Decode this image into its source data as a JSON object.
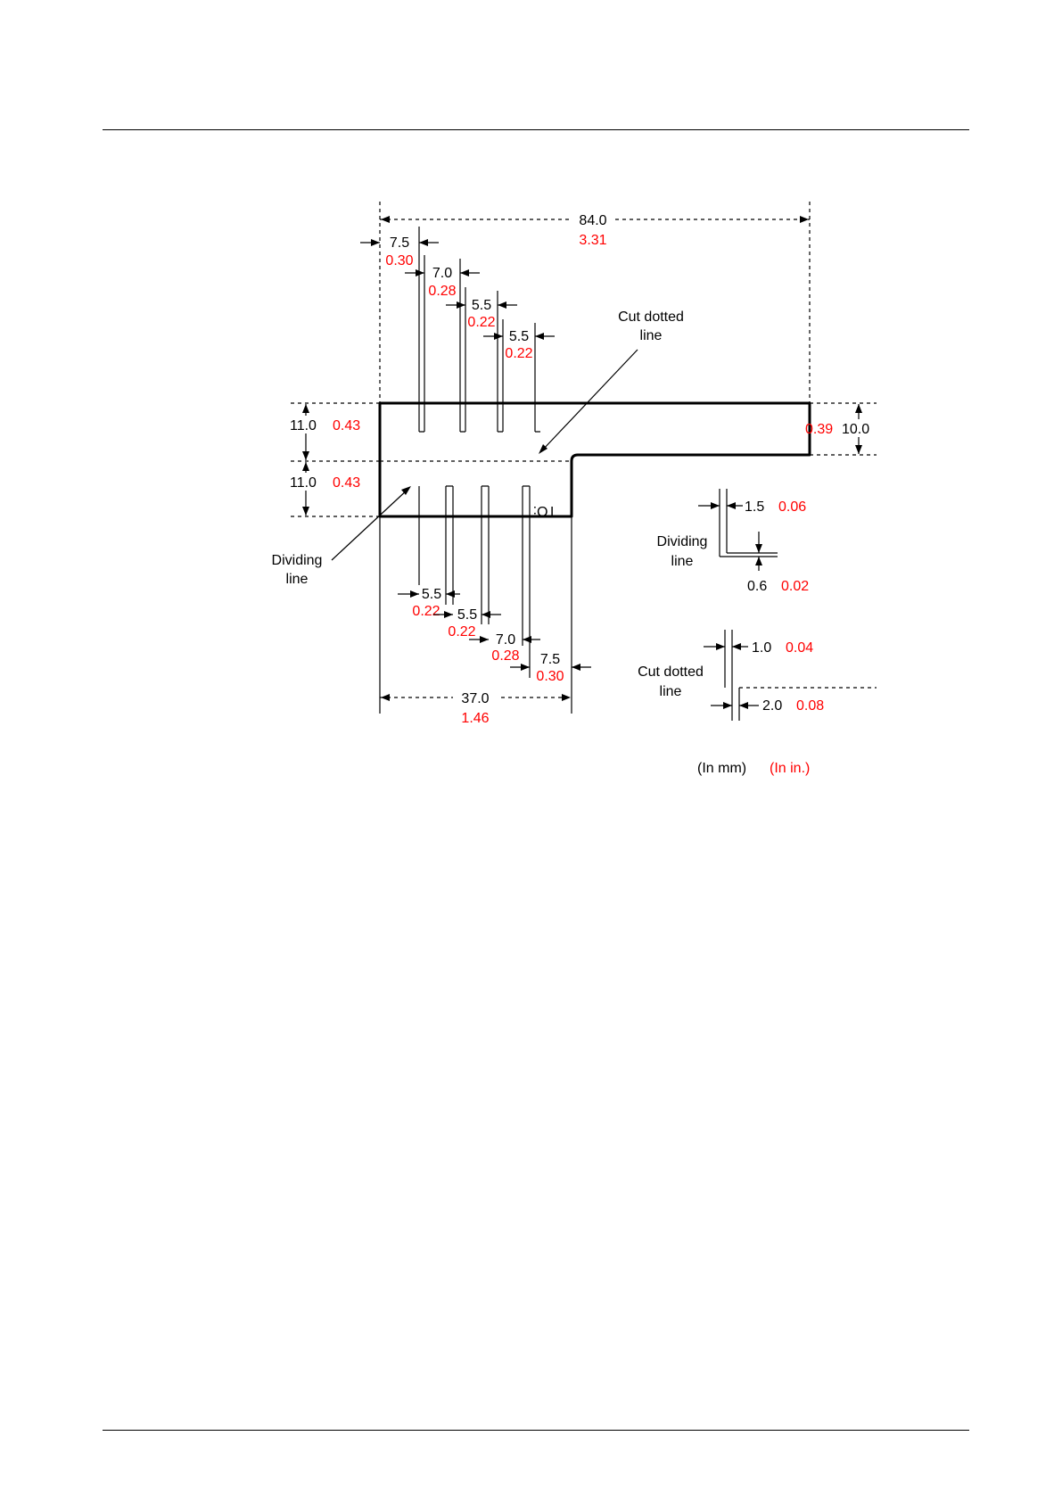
{
  "units": {
    "mm": "(In mm)",
    "inch": "(In in.)"
  },
  "colors": {
    "imperial": "#ff0000",
    "metric": "#000000"
  },
  "dims": {
    "total_width": {
      "mm": "84.0",
      "in": "3.31"
    },
    "tab_width": {
      "mm": "37.0",
      "in": "1.46"
    },
    "top_offsets": [
      {
        "mm": "7.5",
        "in": "0.30"
      },
      {
        "mm": "7.0",
        "in": "0.28"
      },
      {
        "mm": "5.5",
        "in": "0.22"
      },
      {
        "mm": "5.5",
        "in": "0.22"
      }
    ],
    "bottom_offsets": [
      {
        "mm": "5.5",
        "in": "0.22"
      },
      {
        "mm": "5.5",
        "in": "0.22"
      },
      {
        "mm": "7.0",
        "in": "0.28"
      },
      {
        "mm": "7.5",
        "in": "0.30"
      }
    ],
    "upper_height": {
      "mm": "11.0",
      "in": "0.43"
    },
    "lower_height": {
      "mm": "11.0",
      "in": "0.43"
    },
    "right_height": {
      "mm": "10.0",
      "in": "0.39"
    },
    "dividing_gap": {
      "mm": "1.5",
      "in": "0.06"
    },
    "dividing_thick": {
      "mm": "0.6",
      "in": "0.02"
    },
    "cut_gap": {
      "mm": "1.0",
      "in": "0.04"
    },
    "cut_gap2": {
      "mm": "2.0",
      "in": "0.08"
    }
  },
  "labels": {
    "cut_dotted_line": [
      "Cut dotted",
      "line"
    ],
    "dividing_line": [
      "Dividing",
      "line"
    ],
    "to_mark": "TO:"
  }
}
